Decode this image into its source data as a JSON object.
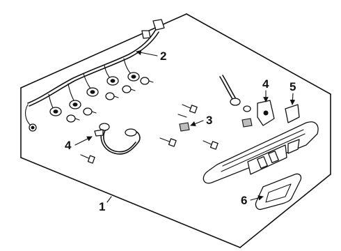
{
  "diagram": {
    "callouts": [
      {
        "id": "c1",
        "label": "1"
      },
      {
        "id": "c2",
        "label": "2"
      },
      {
        "id": "c3",
        "label": "3"
      },
      {
        "id": "c4a",
        "label": "4"
      },
      {
        "id": "c4b",
        "label": "4"
      },
      {
        "id": "c5",
        "label": "5"
      },
      {
        "id": "c6",
        "label": "6"
      }
    ]
  }
}
